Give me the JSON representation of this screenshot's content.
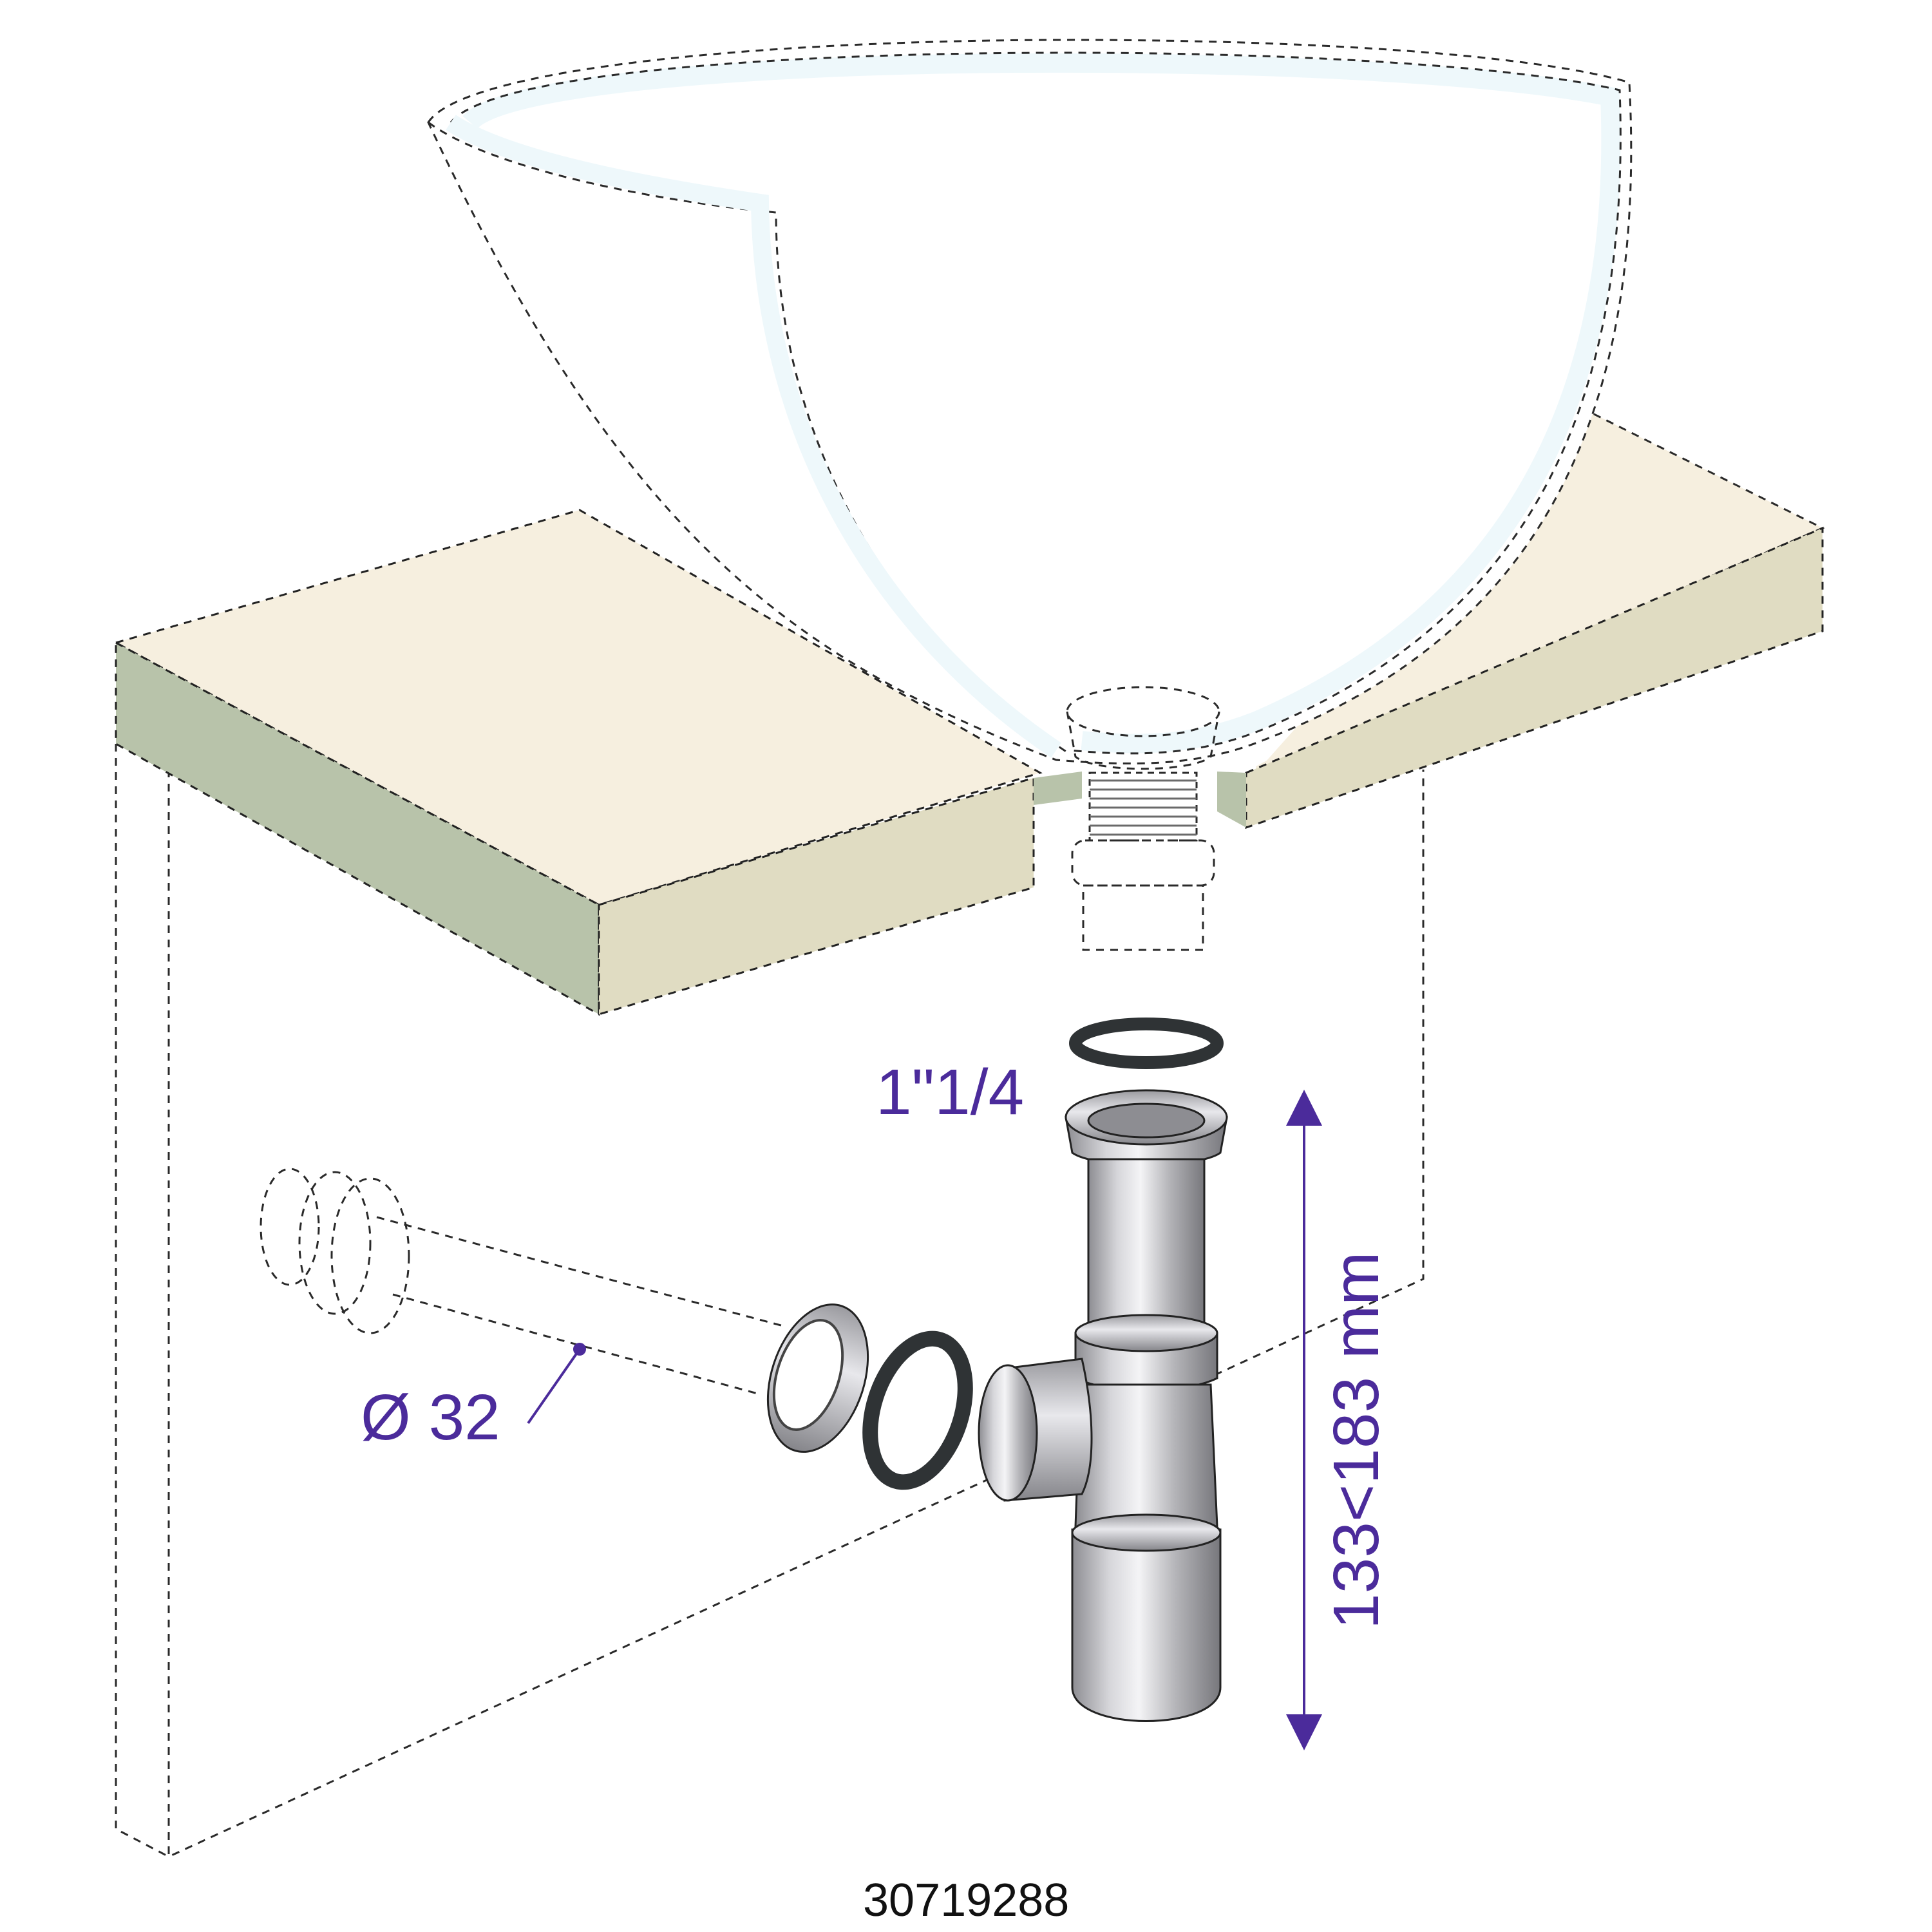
{
  "labels": {
    "thread_size": "1\"1/4",
    "pipe_diameter": "Ø 32",
    "height_range": "133<183 mm",
    "product_code": "30719288"
  },
  "colors": {
    "dimension": "#4b2b9b",
    "countertop_top": "#f6efdf",
    "countertop_front": "#e0dcc2",
    "countertop_side": "#b8c3aa",
    "chrome_light": "#e6e6e8",
    "chrome_mid": "#b9b9bd",
    "chrome_dark": "#7d7d82",
    "gasket": "#2f3335",
    "basin_rim": "#eef8fb"
  }
}
